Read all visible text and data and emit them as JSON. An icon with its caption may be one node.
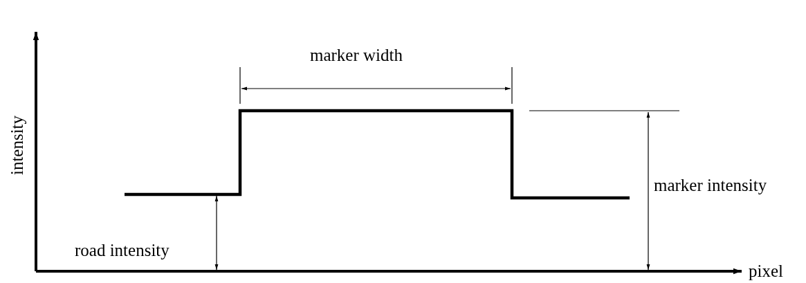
{
  "diagram": {
    "labels": [
      "marker width",
      "intensity",
      "marker intensity",
      "road intensity",
      "pixel"
    ]
  }
}
